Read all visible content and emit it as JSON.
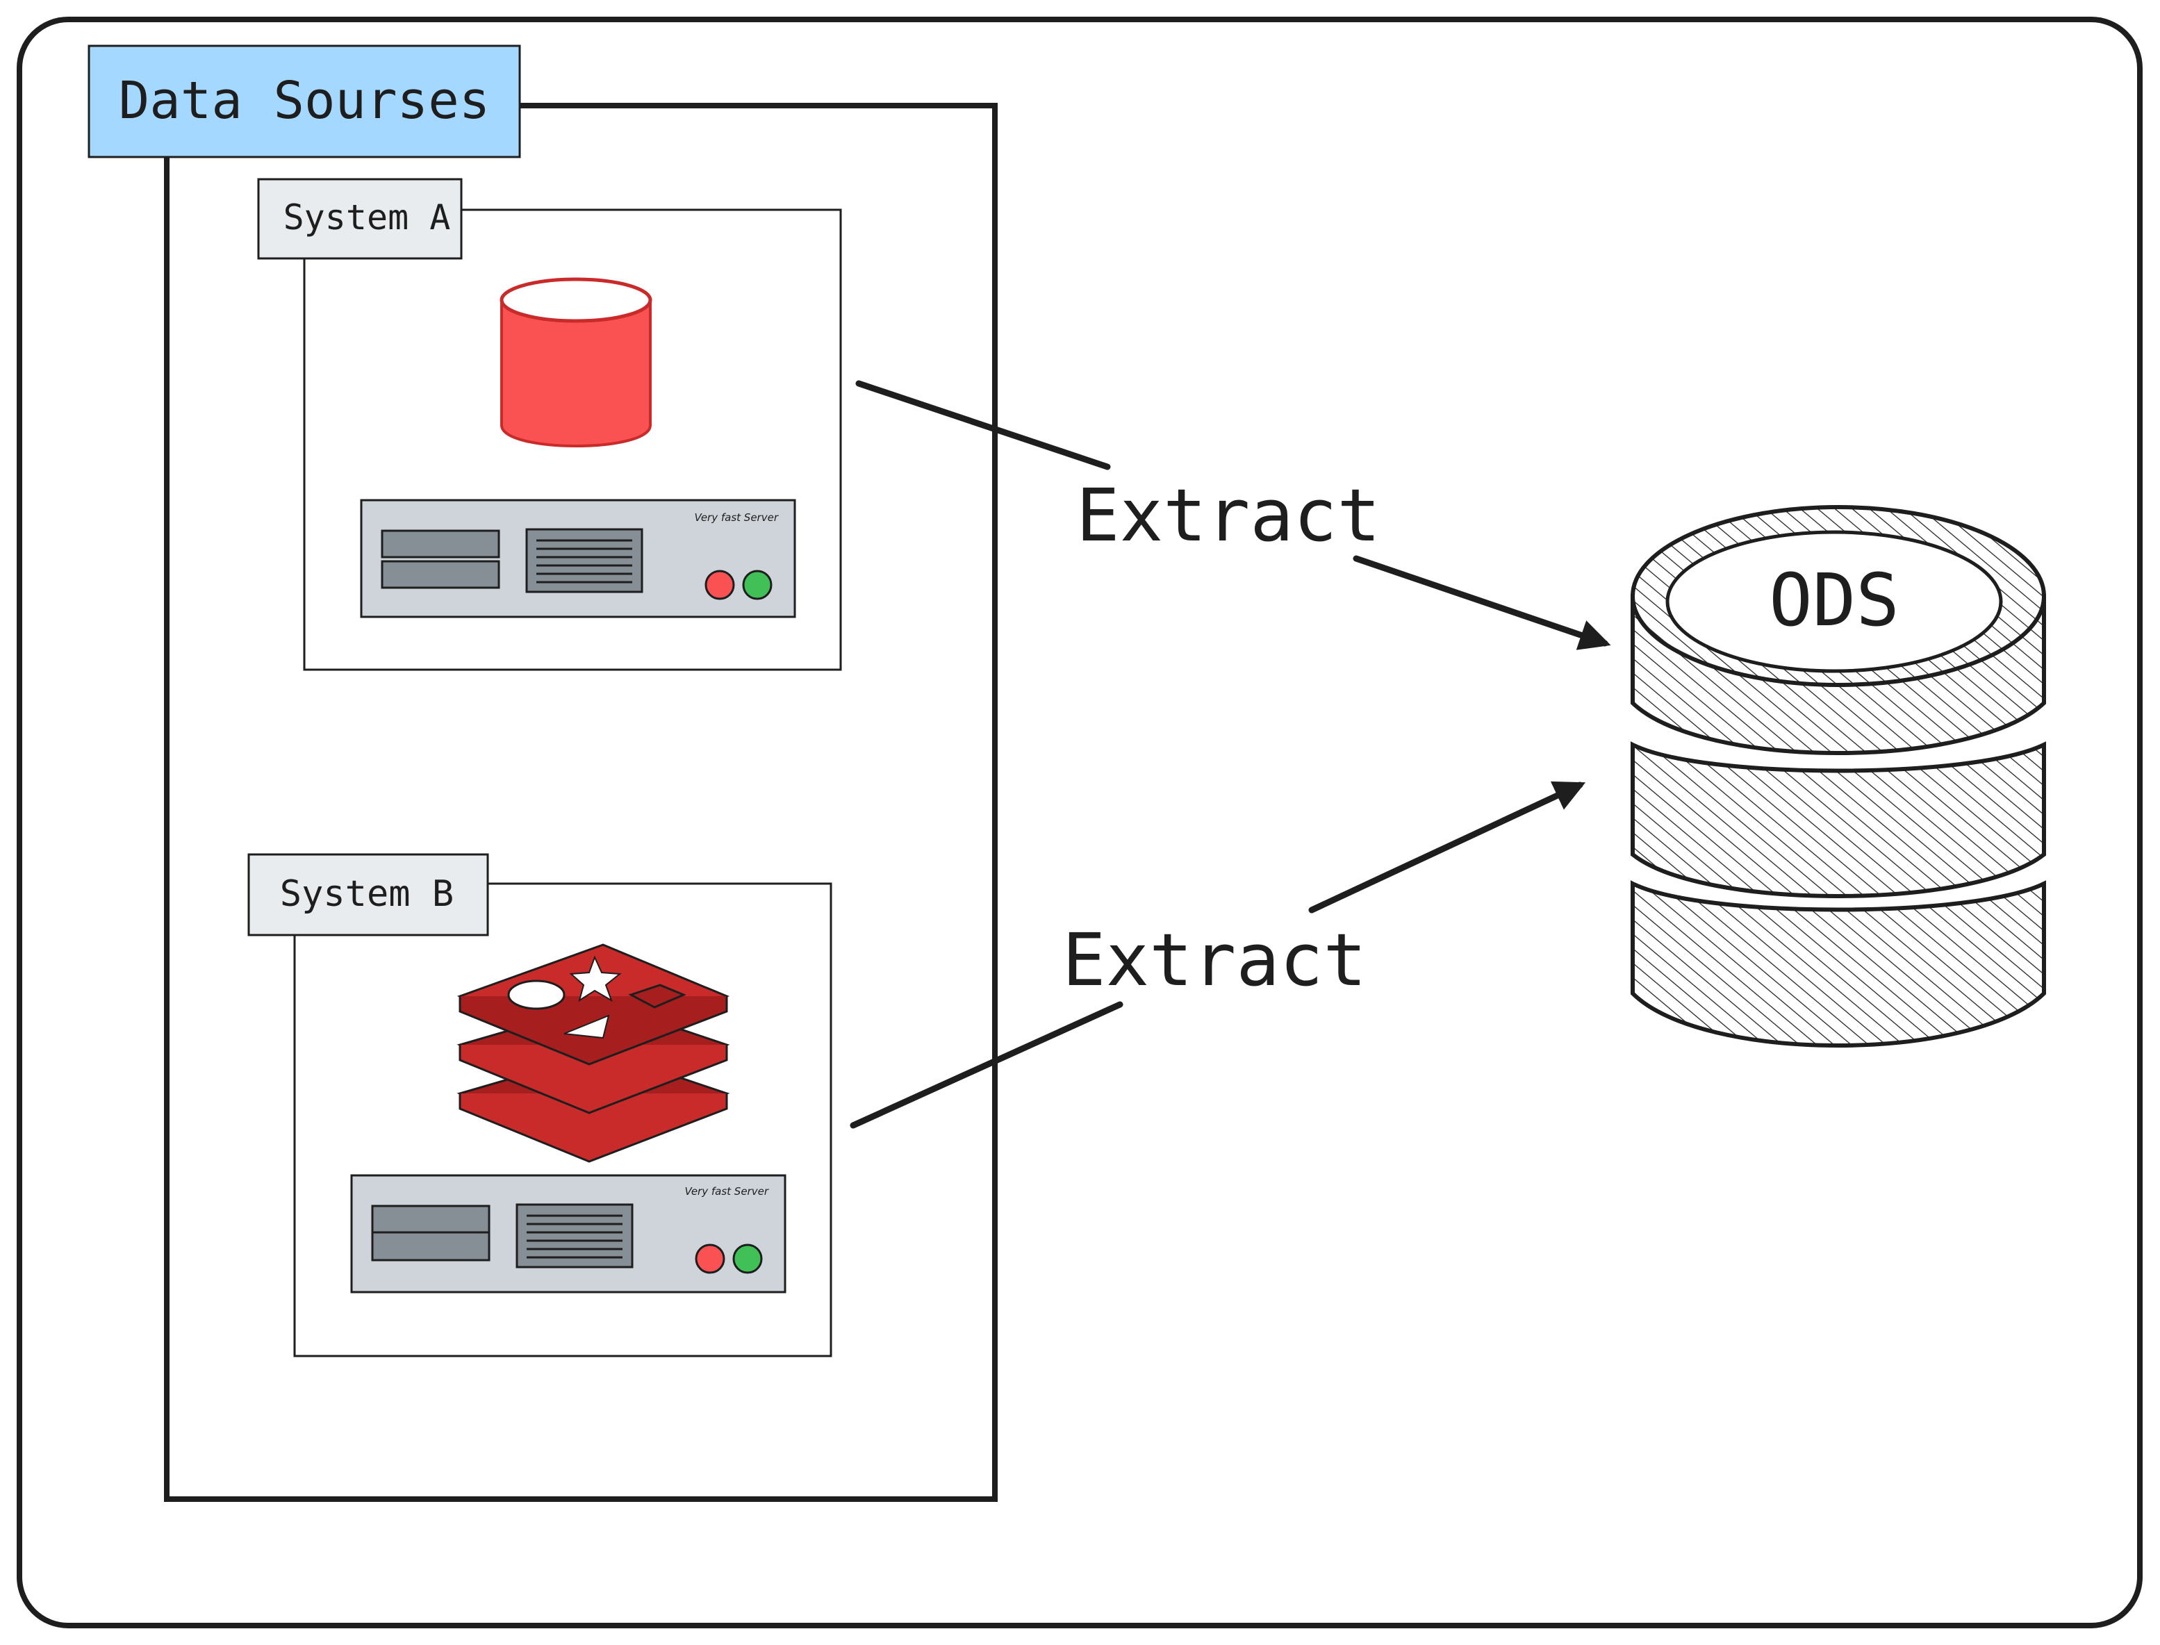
{
  "diagram": {
    "data_sources_label": "Data Sourses",
    "system_a": {
      "label": "System A",
      "server_label": "Very fast Server"
    },
    "system_b": {
      "label": "System B",
      "server_label": "Very fast Server"
    },
    "arrow_top_label": "Extract",
    "arrow_bottom_label": "Extract",
    "target_label": "ODS",
    "icons": {
      "system_a": "database-cylinder-icon",
      "system_b": "redis-stack-icon",
      "server": "server-rack-icon",
      "target": "ods-database-stack-icon"
    },
    "colors": {
      "data_sources_header": "#a5d8ff",
      "system_header": "#e9ecef",
      "cylinder_red": "#fa5252",
      "redis_red": "#c92a2a",
      "server_body": "#ced4da",
      "led_red": "#fa5252",
      "led_green": "#40c057"
    }
  }
}
